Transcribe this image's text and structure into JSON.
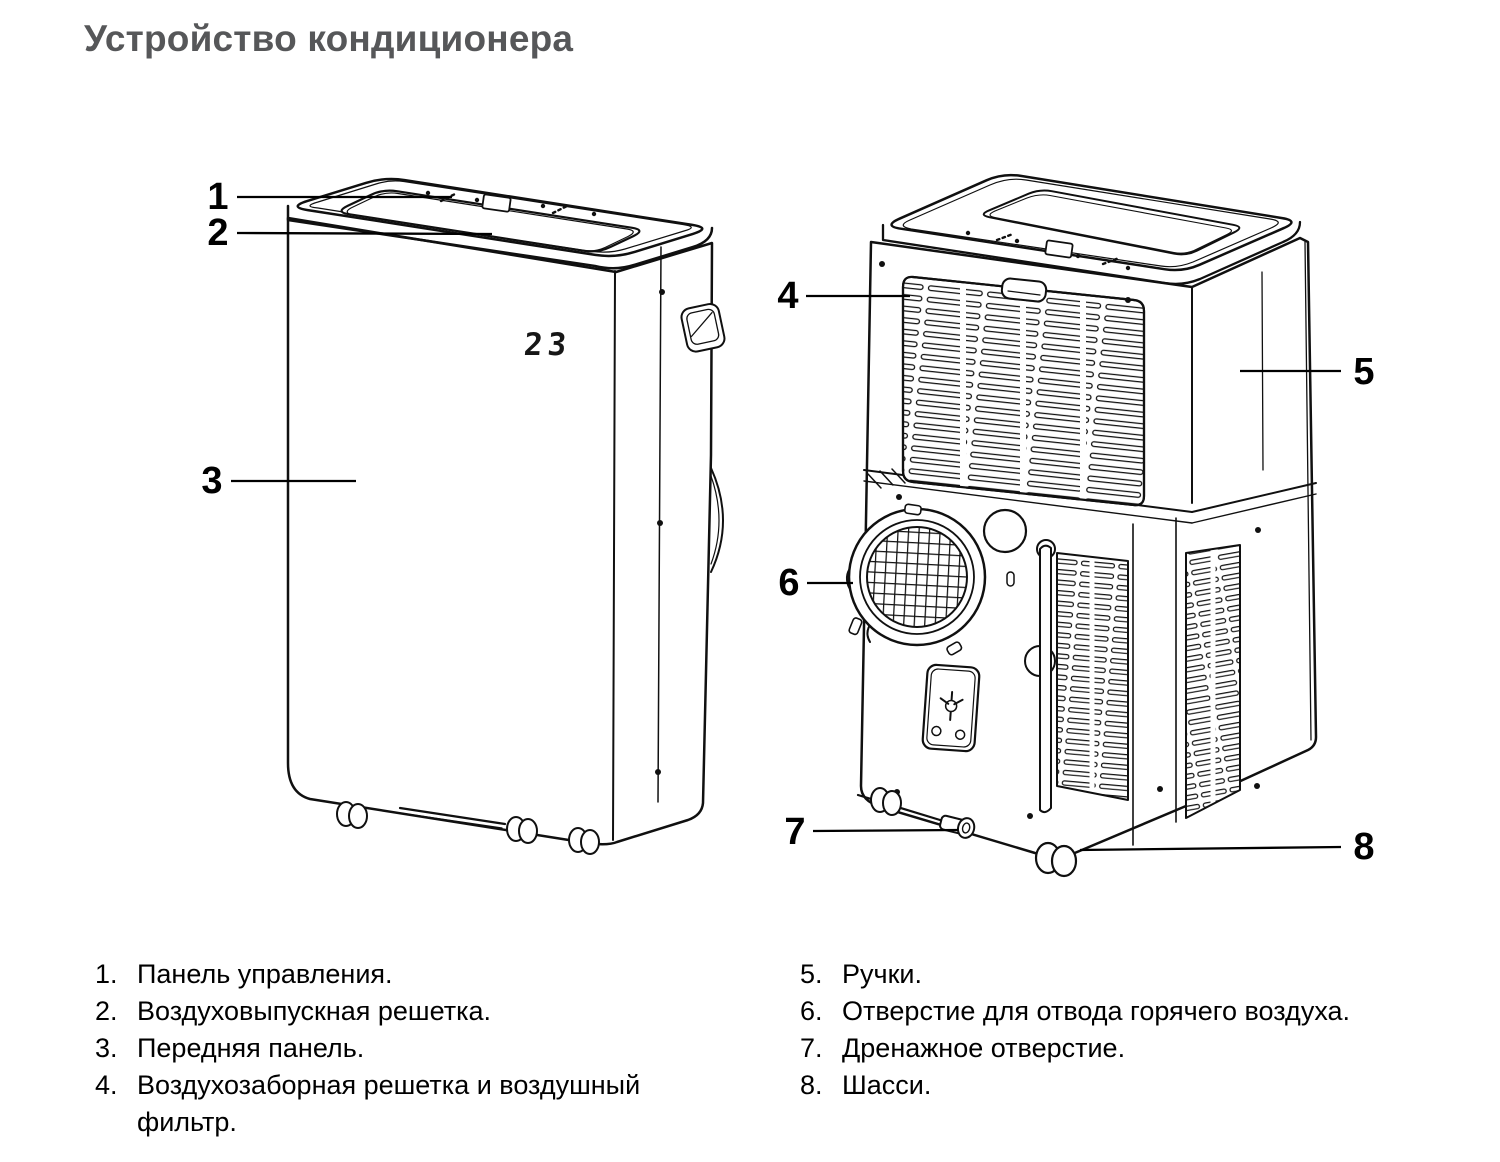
{
  "page": {
    "title": "Устройство кондиционера",
    "colors": {
      "background": "#ffffff",
      "line": "#101010",
      "title": "#565759",
      "text": "#000000"
    }
  },
  "diagram": {
    "front_display_value": "23",
    "callouts": [
      {
        "label": "1"
      },
      {
        "label": "2"
      },
      {
        "label": "3"
      },
      {
        "label": "4"
      },
      {
        "label": "5"
      },
      {
        "label": "6"
      },
      {
        "label": "7"
      },
      {
        "label": "8"
      }
    ]
  },
  "legend": {
    "left": [
      {
        "num": "1.",
        "text": "Панель управления."
      },
      {
        "num": "2.",
        "text": "Воздуховыпускная решетка."
      },
      {
        "num": "3.",
        "text": "Передняя панель."
      },
      {
        "num": "4.",
        "text": "Воздухозаборная решетка и воздушный фильтр."
      }
    ],
    "right": [
      {
        "num": "5.",
        "text": "Ручки."
      },
      {
        "num": "6.",
        "text": "Отверстие для отвода горячего воздуха."
      },
      {
        "num": "7.",
        "text": "Дренажное отверстие."
      },
      {
        "num": "8.",
        "text": "Шасси."
      }
    ]
  }
}
